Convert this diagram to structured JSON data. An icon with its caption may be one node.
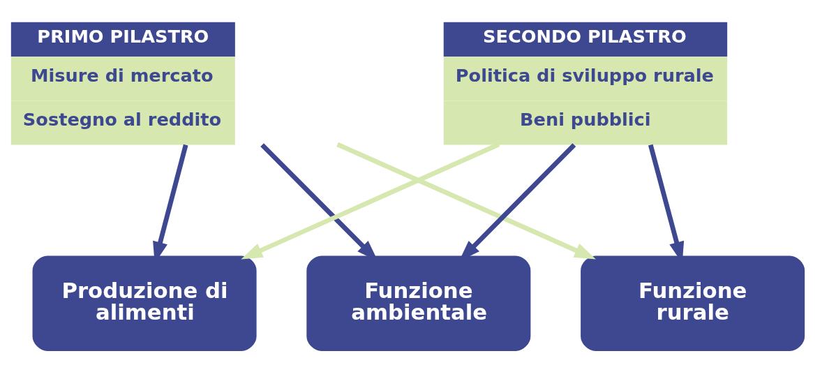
{
  "diagram": {
    "nodes": [
      {
        "text": [
          "PRIMO PILASTRO",
          "Misure di mercato",
          "Sostegno al reddito"
        ]
      },
      {
        "text": [
          "SECONDO PILASTRO",
          "Politica di sviluppo rurale",
          "Beni pubblici"
        ]
      },
      {
        "text": [
          "Produzione di alimenti"
        ]
      },
      {
        "text": [
          "Funzione ambientale"
        ]
      },
      {
        "text": [
          "Funzione rurale"
        ]
      }
    ],
    "edges": [
      {
        "from": 0,
        "to": 2,
        "arrow": "to"
      },
      {
        "from": 0,
        "to": 3,
        "arrow": "to"
      },
      {
        "from": 0,
        "to": 4,
        "arrow": "to",
        "color": "#d6e8b0"
      },
      {
        "from": 1,
        "to": 2,
        "arrow": "to",
        "color": "#d6e8b0"
      },
      {
        "from": 1,
        "to": 3,
        "arrow": "to"
      },
      {
        "from": 1,
        "to": 4,
        "arrow": "to"
      }
    ]
  }
}
